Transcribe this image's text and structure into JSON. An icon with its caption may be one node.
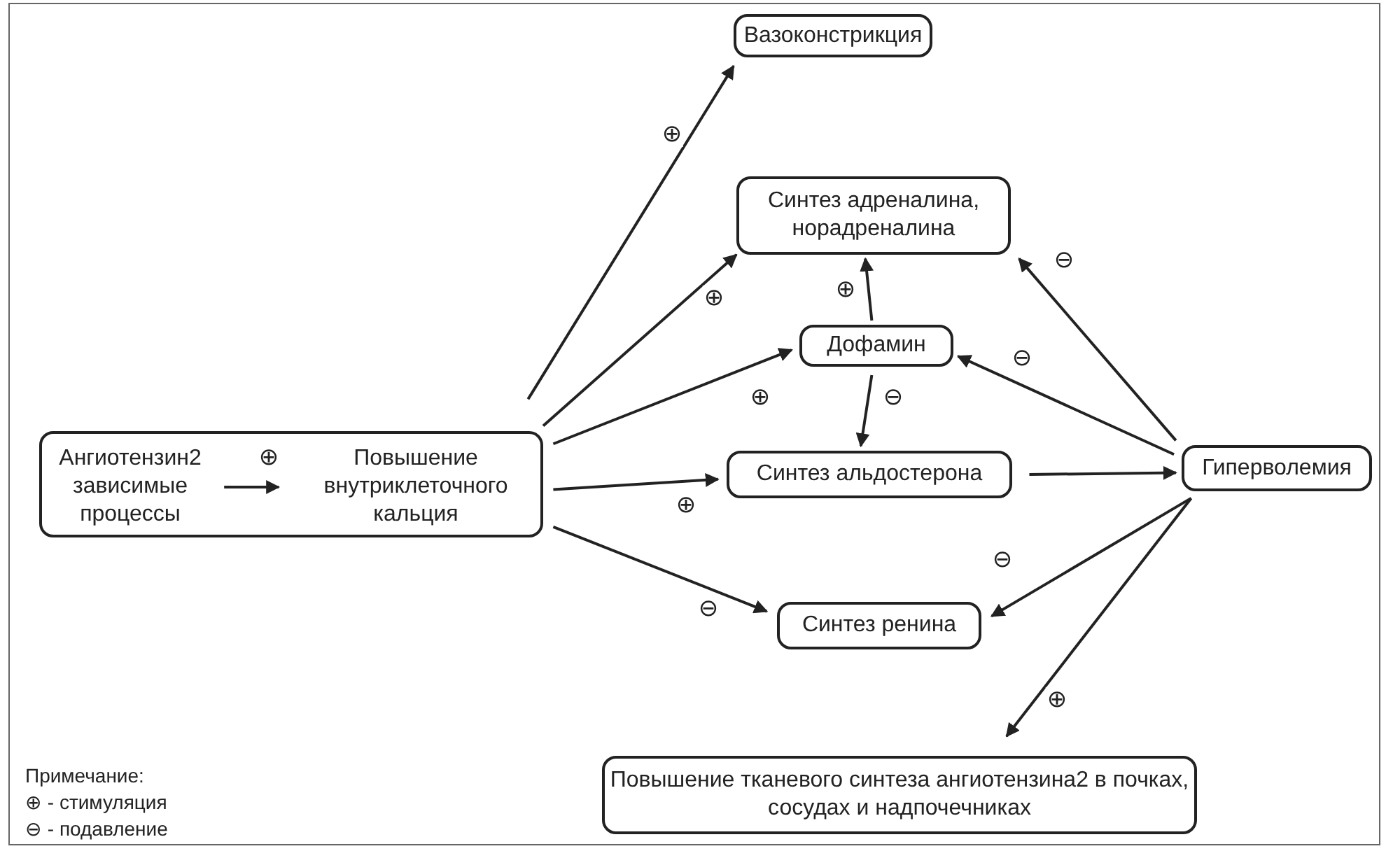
{
  "diagram": {
    "nodes": [
      {
        "text": [],
        "shape": "box"
      },
      {
        "text": [
          "Ангиотензин2 зависимые процессы"
        ],
        "in": 0
      },
      {
        "text": [
          "Повышение внутриклеточного кальция"
        ],
        "in": 0
      },
      {
        "text": [
          "Вазоконстрикция"
        ]
      },
      {
        "text": [
          "Синтез адреналина, норадреналина"
        ]
      },
      {
        "text": [
          "Дофамин"
        ]
      },
      {
        "text": [
          "Синтез альдостерона"
        ]
      },
      {
        "text": [
          "Гиперволемия"
        ]
      },
      {
        "text": [
          "Синтез ренина"
        ]
      },
      {
        "text": [
          "Повышение тканевого синтеза ангиотензина2 в почках, сосудах и надпочечниках"
        ]
      }
    ],
    "edges": [
      {
        "from": 1,
        "to": 2,
        "arrow": "to",
        "label": "⊕"
      },
      {
        "from": 0,
        "to": 3,
        "arrow": "to",
        "label": "⊕"
      },
      {
        "from": 0,
        "to": 4,
        "arrow": "to",
        "label": "⊕"
      },
      {
        "from": 0,
        "to": 5,
        "arrow": "to",
        "label": "⊕"
      },
      {
        "from": 0,
        "to": 6,
        "arrow": "to",
        "label": "⊕"
      },
      {
        "from": 0,
        "to": 8,
        "arrow": "to",
        "label": "⊖"
      },
      {
        "from": 5,
        "to": 4,
        "arrow": "to",
        "label": "⊕"
      },
      {
        "from": 5,
        "to": 6,
        "arrow": "to",
        "label": "⊖"
      },
      {
        "from": 6,
        "to": 7,
        "arrow": "to"
      },
      {
        "from": 7,
        "to": 4,
        "arrow": "to",
        "label": "⊖"
      },
      {
        "from": 7,
        "to": 5,
        "arrow": "to",
        "label": "⊖"
      },
      {
        "from": 7,
        "to": 8,
        "arrow": "to",
        "label": "⊖"
      },
      {
        "from": 7,
        "to": 9,
        "arrow": "to",
        "label": "⊕"
      }
    ],
    "labels": [
      "Примечание:"
    ],
    "legend": [
      {
        "text": "⊕ - стимуляция"
      },
      {
        "text": "⊖ - подавление"
      }
    ]
  }
}
